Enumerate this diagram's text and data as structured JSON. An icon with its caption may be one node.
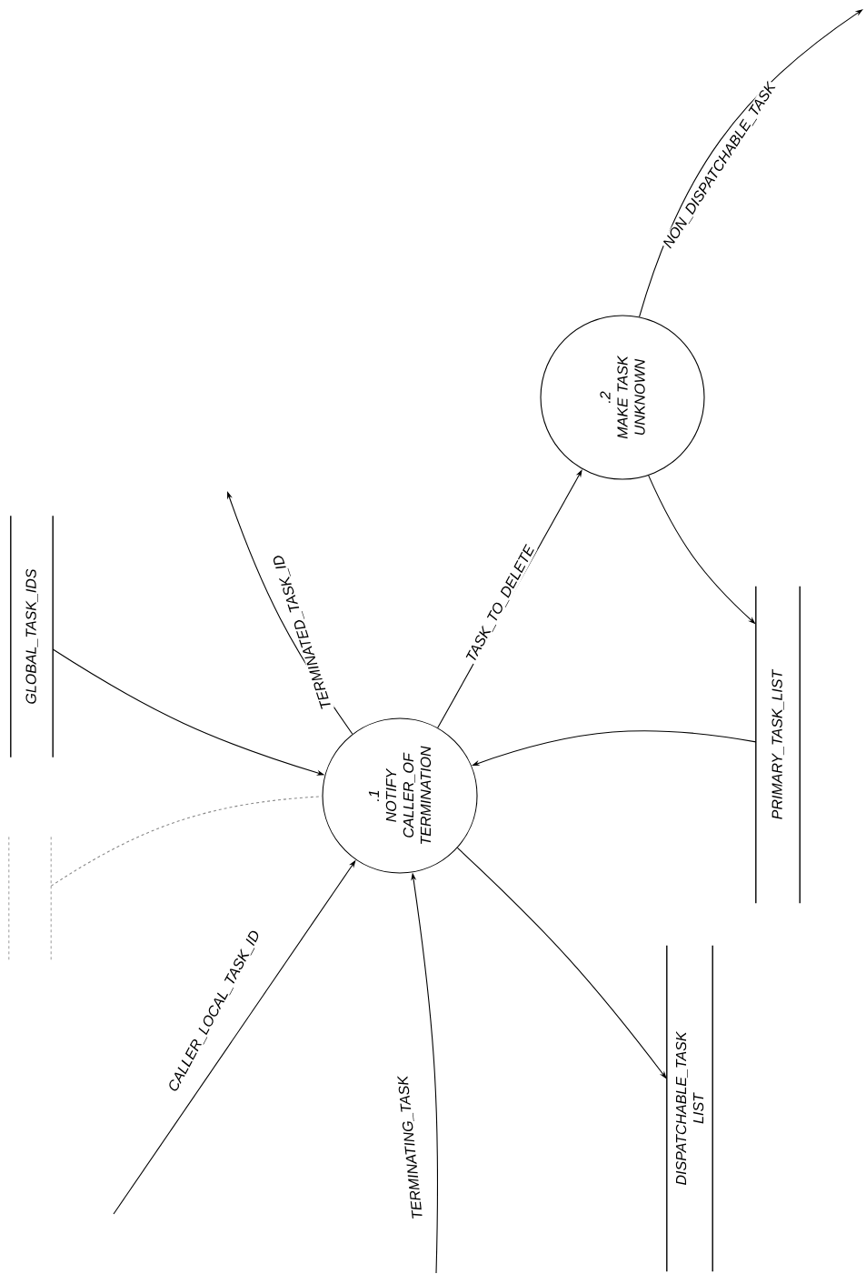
{
  "diagram": {
    "nodes": [
      {
        "text": [
          "GLOBAL_TASK_IDS"
        ]
      },
      {
        "text": [],
        "shape": "bar"
      },
      {
        "text": [
          ".1",
          "NOTIFY CALLER_OF TERMINATION"
        ]
      },
      {
        "text": [
          ".2",
          "MAKE TASK UNKNOWN"
        ]
      },
      {
        "text": [
          "PRIMARY_TASK_LIST"
        ]
      },
      {
        "text": [
          "DISPATCHABLE_TASK LIST"
        ]
      }
    ],
    "edges": [
      {
        "from": 0,
        "to": 2,
        "arrow": "to"
      },
      {
        "from": 1,
        "to": 2,
        "arrow": "none",
        "style": "dashed",
        "color": "#888888"
      },
      {
        "from": null,
        "to": 2,
        "arrow": "to",
        "label": "CALLER_LOCAL_TASK_ID"
      },
      {
        "from": null,
        "to": 2,
        "arrow": "to",
        "label": "TERMINATING_TASK"
      },
      {
        "from": 2,
        "to": null,
        "arrow": "to",
        "label": "TERMINATED_TASK_ID"
      },
      {
        "from": 2,
        "to": 3,
        "arrow": "to",
        "label": "TASK_TO_DELETE"
      },
      {
        "from": 3,
        "to": null,
        "arrow": "to",
        "label": "NON_DISPATCHABLE_TASK"
      },
      {
        "from": 3,
        "to": 4,
        "arrow": "to"
      },
      {
        "from": 4,
        "to": 2,
        "arrow": "to"
      },
      {
        "from": 2,
        "to": 5,
        "arrow": "to"
      }
    ]
  }
}
